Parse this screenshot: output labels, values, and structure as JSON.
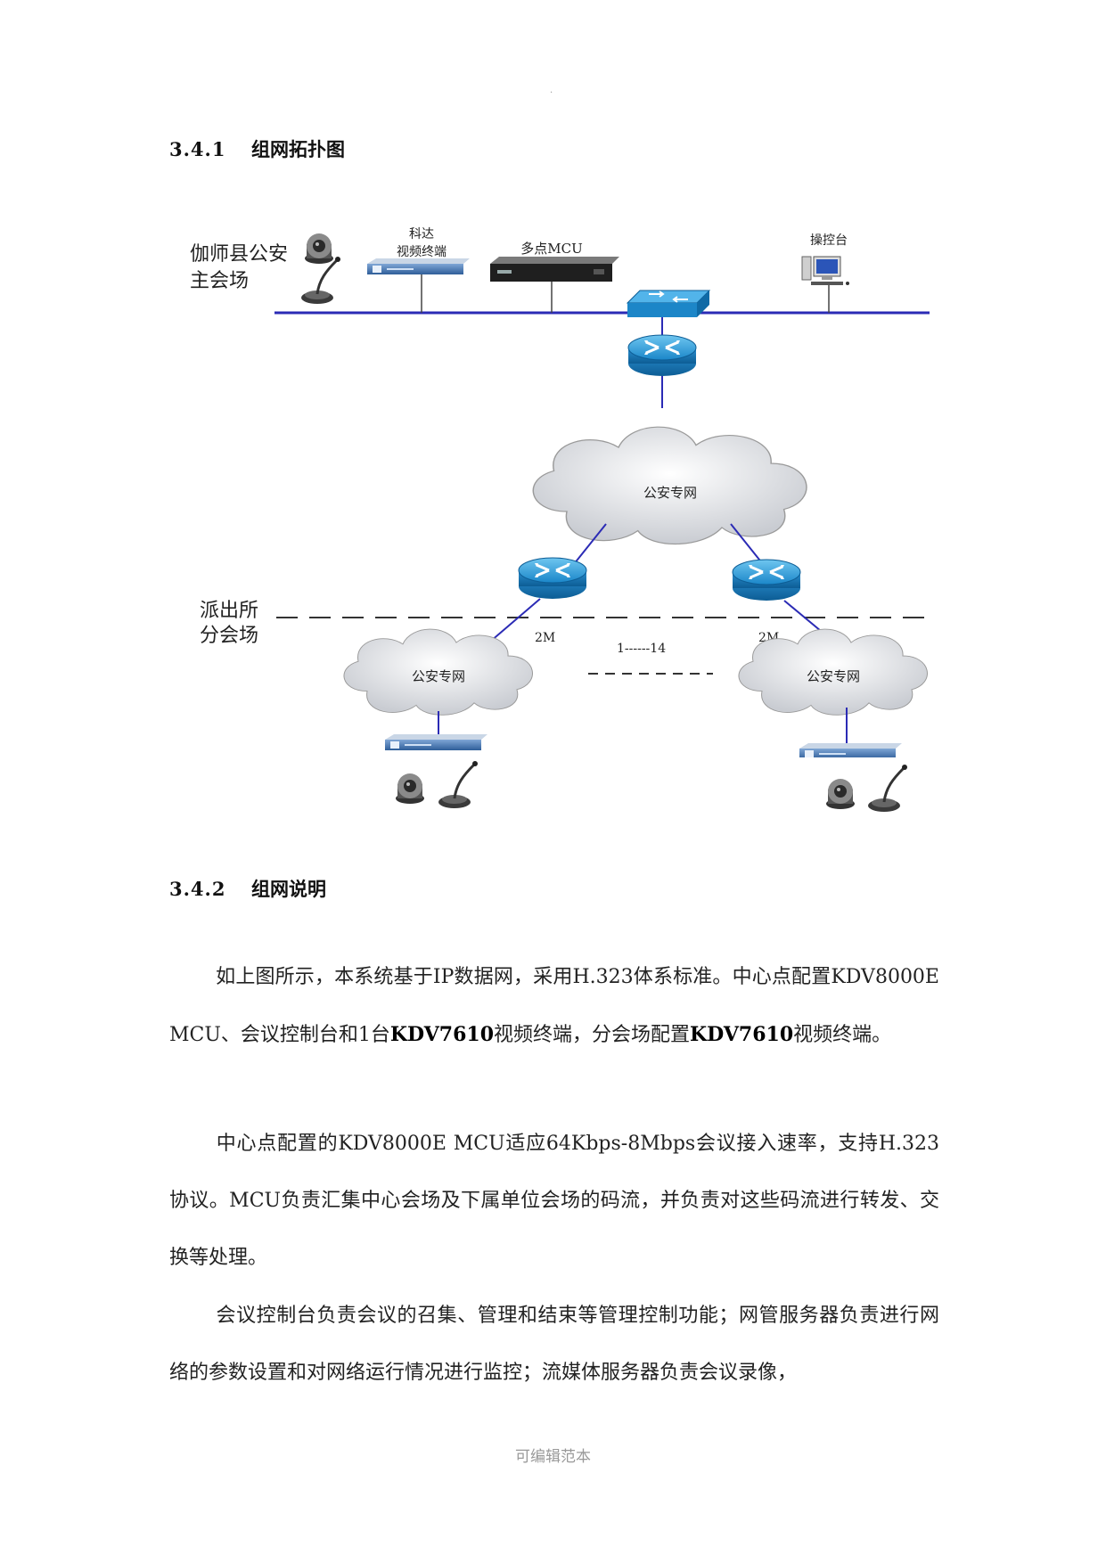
{
  "page_dot": ".",
  "section1": {
    "number": "3.4.1",
    "title": "组网拓扑图"
  },
  "diagram": {
    "main_site_line1": "伽师县公安",
    "main_site_line2": "主会场",
    "terminal_label_line1": "科达",
    "terminal_label_line2": "视频终端",
    "mcu_label": "多点MCU",
    "console_label": "操控台",
    "central_cloud": "公安专网",
    "branch_site_line1": "派出所",
    "branch_site_line2": "分会场",
    "left_link": "2M",
    "right_link": "2M",
    "range": "1------14",
    "left_cloud": "公安专网",
    "right_cloud": "公安专网"
  },
  "section2": {
    "number": "3.4.2",
    "title": "组网说明"
  },
  "para1": {
    "a": "如上图所示，本系统基于IP数据网，采用H.323体系标准。中心点配置KDV8000E MCU、会议控制台和1台",
    "b1": "KDV7610",
    "c": "视频终端，分会场配置",
    "b2": "KDV7610",
    "d": "视频终端。"
  },
  "para2": "中心点配置的KDV8000E MCU适应64Kbps-8Mbps会议接入速率，支持H.323协议。MCU负责汇集中心会场及下属单位会场的码流，并负责对这些码流进行转发、交换等处理。",
  "para3": "会议控制台负责会议的召集、管理和结束等管理控制功能；网管服务器负责进行网络的参数设置和对网络运行情况进行监控；流媒体服务器负责会议录像，",
  "footer": "可编辑范本"
}
